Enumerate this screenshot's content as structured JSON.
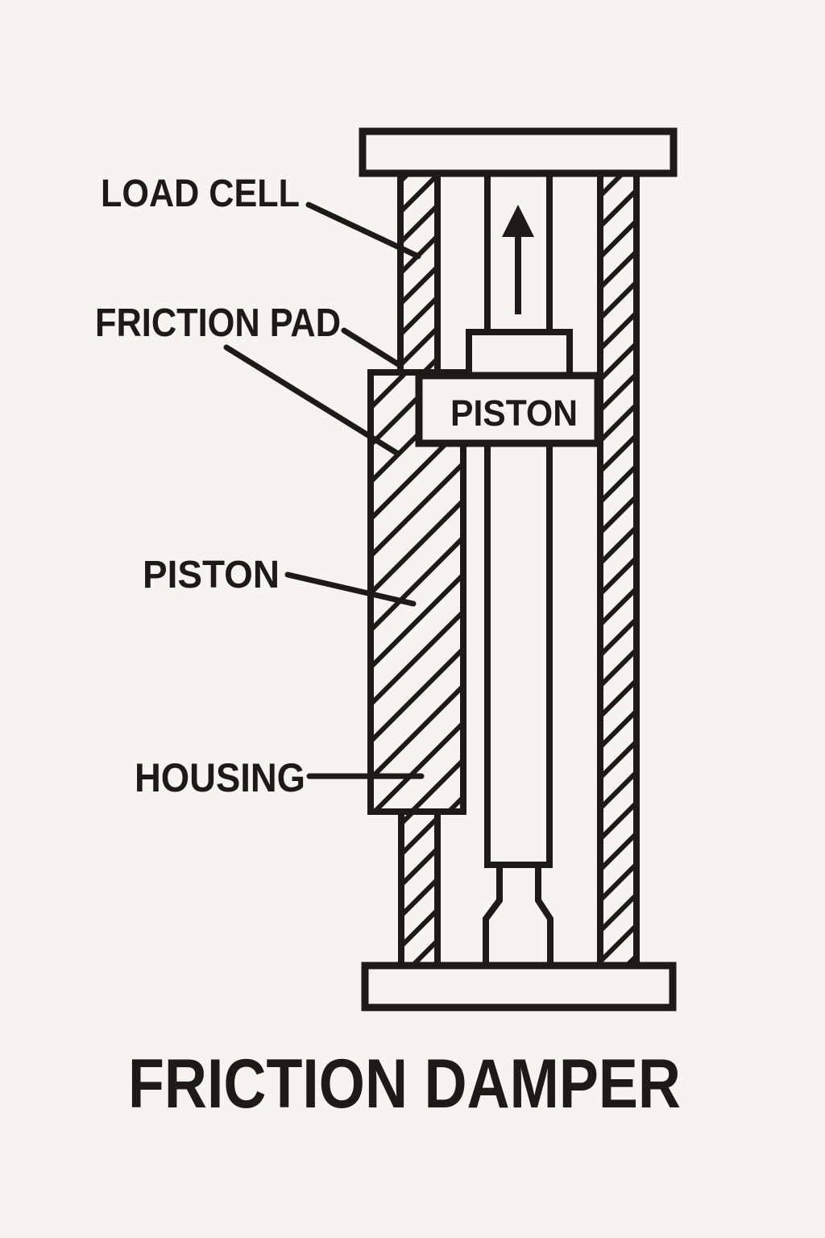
{
  "title": "FRICTION DAMPER",
  "colors": {
    "background": "#f6f4ef",
    "ink": "#1d1b18"
  },
  "diagram": {
    "callouts": {
      "load_cell": "LOAD CELL",
      "friction_pad": "FRICTION PAD",
      "piston": "PISTON",
      "housing": "HOUSING"
    },
    "parts": {
      "piston_box": "PISTON"
    },
    "arrow_direction": "up"
  }
}
